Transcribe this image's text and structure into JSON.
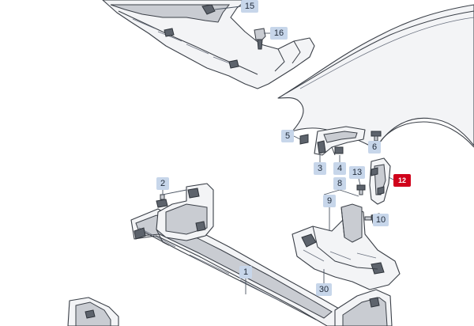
{
  "callouts": [
    {
      "id": "c1",
      "label": "1"
    },
    {
      "id": "c2",
      "label": "2"
    },
    {
      "id": "c3",
      "label": "3"
    },
    {
      "id": "c4",
      "label": "4"
    },
    {
      "id": "c5",
      "label": "5"
    },
    {
      "id": "c6",
      "label": "6"
    },
    {
      "id": "c8",
      "label": "8"
    },
    {
      "id": "c9",
      "label": "9"
    },
    {
      "id": "c10",
      "label": "10"
    },
    {
      "id": "c12",
      "label": "12"
    },
    {
      "id": "c13",
      "label": "13"
    },
    {
      "id": "c15",
      "label": "15"
    },
    {
      "id": "c16",
      "label": "16"
    },
    {
      "id": "c30",
      "label": "30"
    }
  ],
  "colors": {
    "callout_fill": "#c7d6ea",
    "callout_highlight": "#d0021b",
    "line": "#3a3f47"
  }
}
